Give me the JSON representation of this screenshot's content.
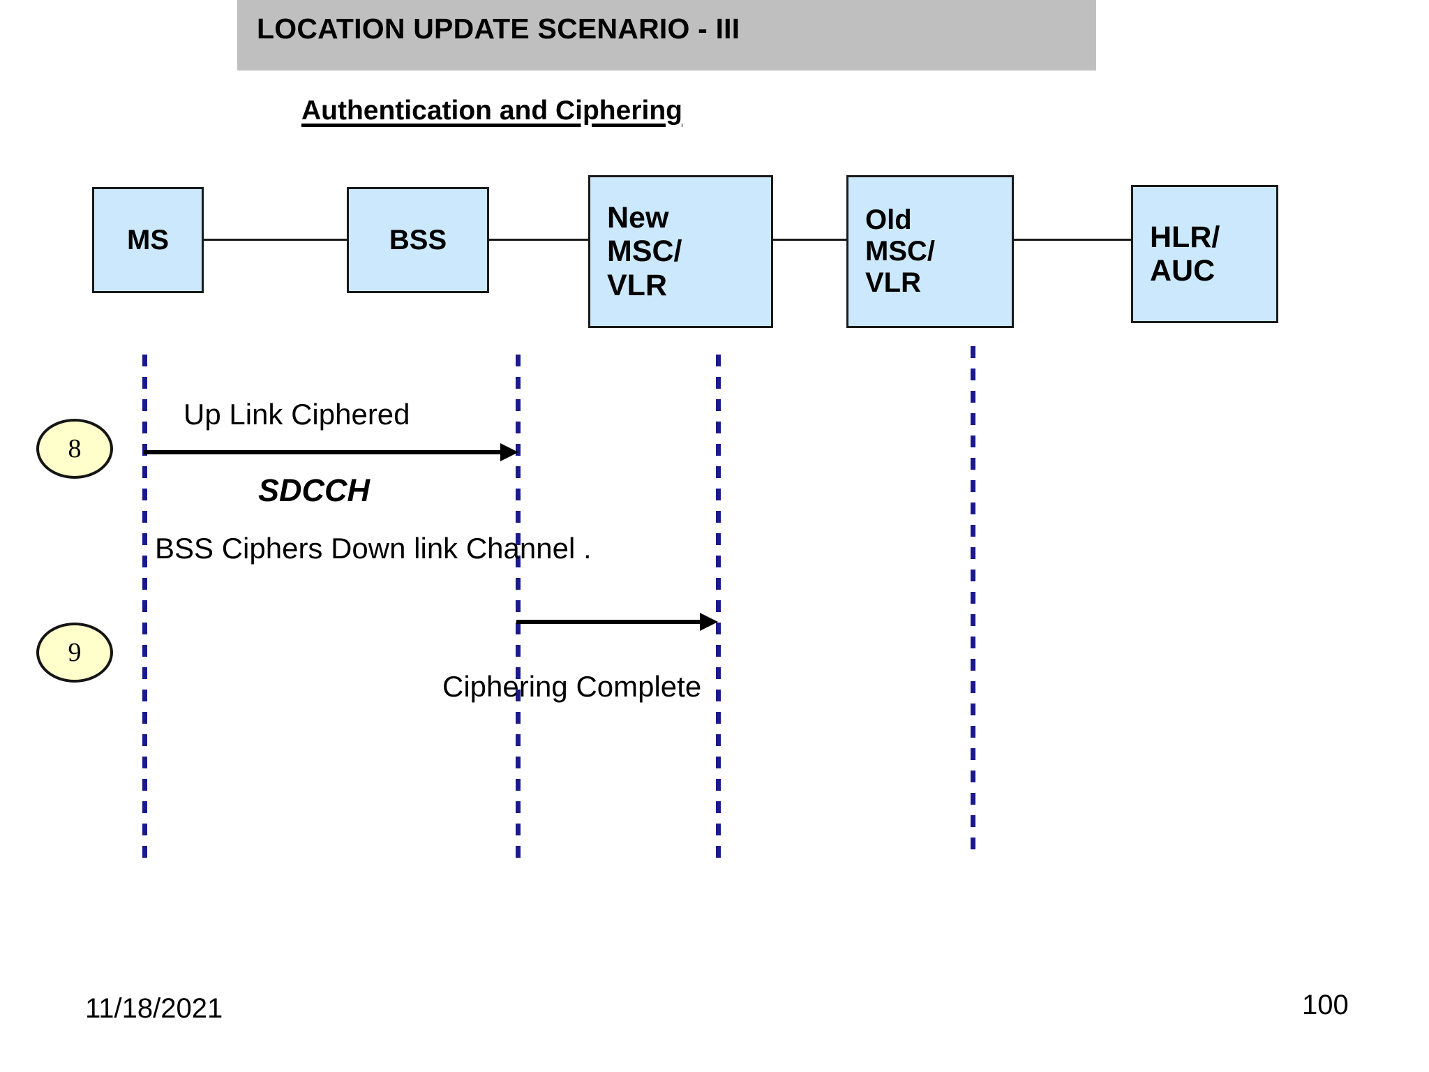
{
  "slide": {
    "title": "LOCATION UPDATE SCENARIO - III",
    "subtitle": "Authentication and Ciphering",
    "title_band_color": "#bfbfbf",
    "background_color": "#ffffff"
  },
  "nodes": [
    {
      "id": "ms",
      "label": "MS"
    },
    {
      "id": "bss",
      "label": "BSS"
    },
    {
      "id": "new_msc_vlr",
      "label": "New\nMSC/\nVLR"
    },
    {
      "id": "old_msc_vlr",
      "label": "Old\nMSC/\nVLR"
    },
    {
      "id": "hlr_auc",
      "label": "HLR/\nAUC"
    }
  ],
  "node_style": {
    "fill": "#cce8fc",
    "border": "#1a1a1a"
  },
  "lifeline_color": "#1a1a8c",
  "steps": [
    {
      "number": "8",
      "fill": "#ffffcc"
    },
    {
      "number": "9",
      "fill": "#ffffcc"
    }
  ],
  "messages": [
    {
      "id": "m1",
      "label": "Up Link Ciphered",
      "sublabel": "SDCCH",
      "from": "ms",
      "to": "bss",
      "direction": "right"
    },
    {
      "id": "note1",
      "label": "BSS Ciphers Down link Channel ."
    },
    {
      "id": "m2",
      "label": "Ciphering Complete",
      "from": "bss",
      "to": "new_msc_vlr",
      "direction": "right"
    }
  ],
  "footer": {
    "date": "11/18/2021",
    "page_number": "100"
  }
}
